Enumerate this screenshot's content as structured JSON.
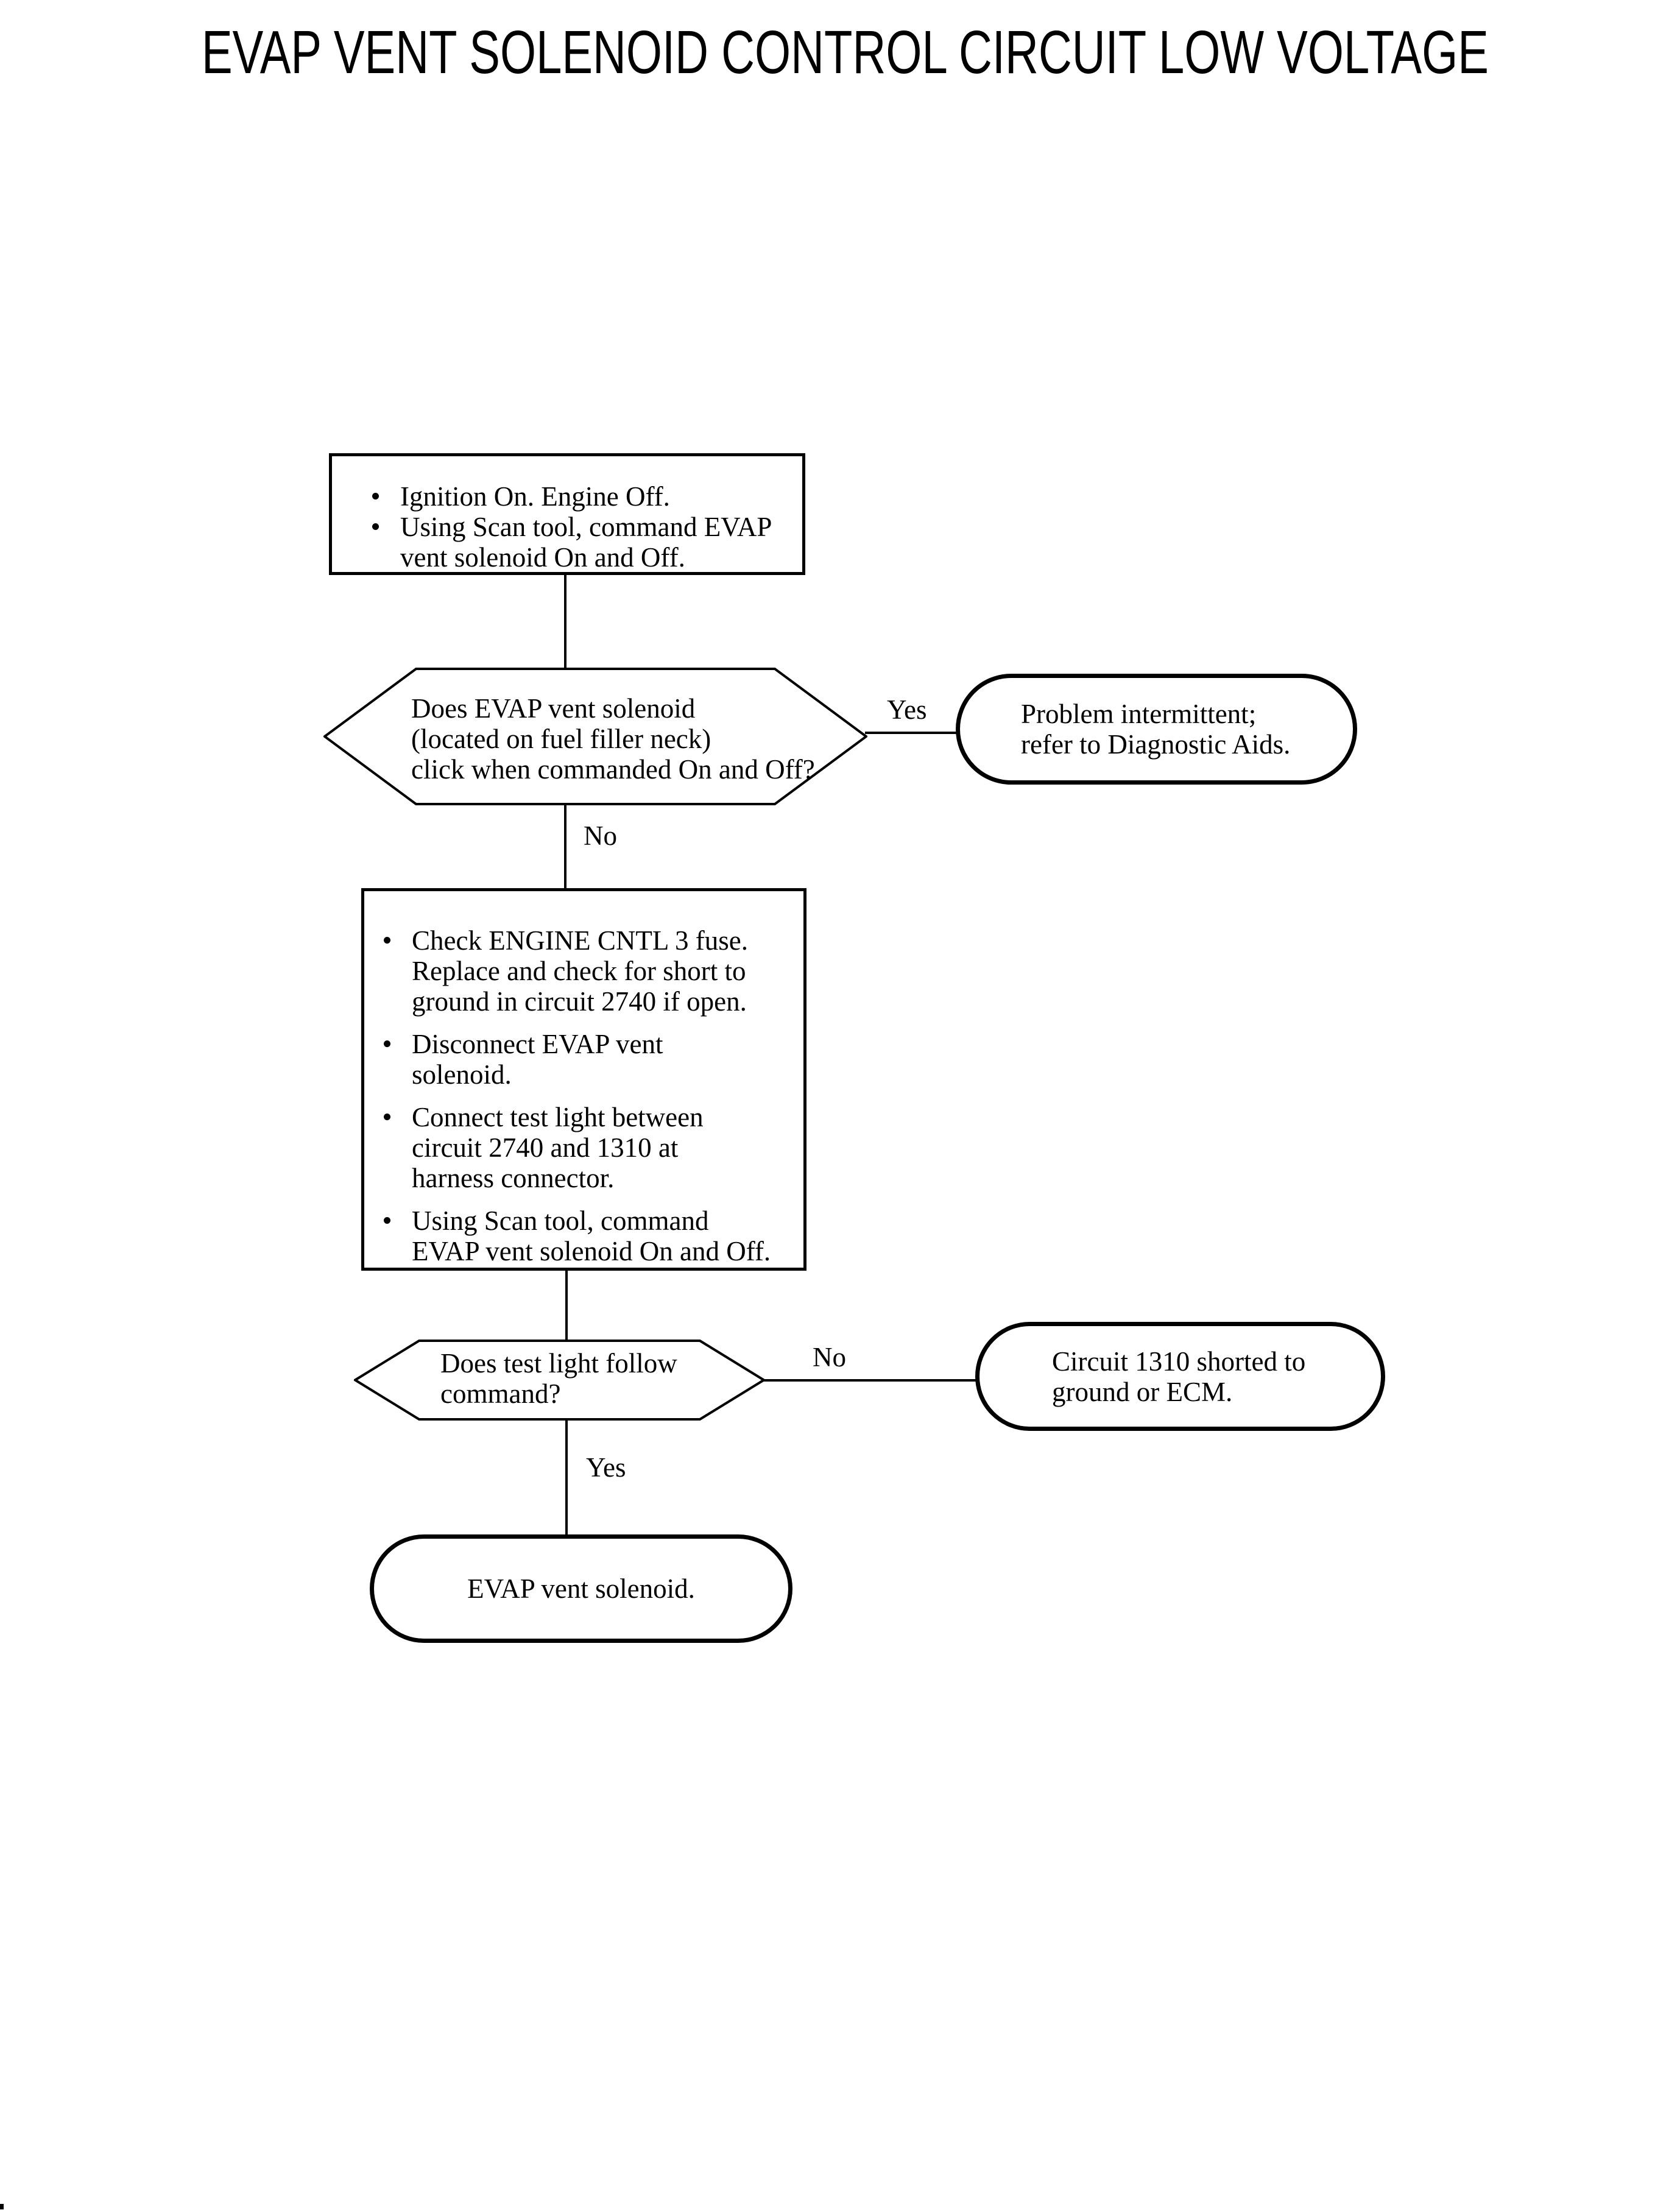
{
  "title": "EVAP VENT SOLENOID CONTROL CIRCUIT LOW VOLTAGE",
  "colors": {
    "ink": "#000000",
    "paper": "#ffffff"
  },
  "flowchart": {
    "step1": {
      "items": [
        "Ignition On. Engine Off.",
        "Using Scan tool, command EVAP\nvent solenoid On and Off."
      ]
    },
    "decision1": {
      "text": "Does EVAP vent solenoid\n(located on fuel filler neck)\nclick when commanded On and Off?",
      "yes_label": "Yes",
      "no_label": "No"
    },
    "terminal_intermittent": {
      "text": "Problem intermittent;\nrefer to Diagnostic Aids."
    },
    "step2": {
      "items": [
        "Check ENGINE CNTL 3 fuse.\nReplace and check for short to\nground in circuit 2740 if open.",
        "Disconnect EVAP vent\nsolenoid.",
        "Connect test light between\ncircuit 2740 and 1310 at\nharness connector.",
        "Using Scan tool, command\nEVAP vent solenoid On and Off."
      ]
    },
    "decision2": {
      "text": "Does test light follow\ncommand?",
      "no_label": "No",
      "yes_label": "Yes"
    },
    "terminal_circuit": {
      "text": "Circuit 1310 shorted to\nground or ECM."
    },
    "terminal_end": {
      "text": "EVAP vent solenoid."
    }
  }
}
